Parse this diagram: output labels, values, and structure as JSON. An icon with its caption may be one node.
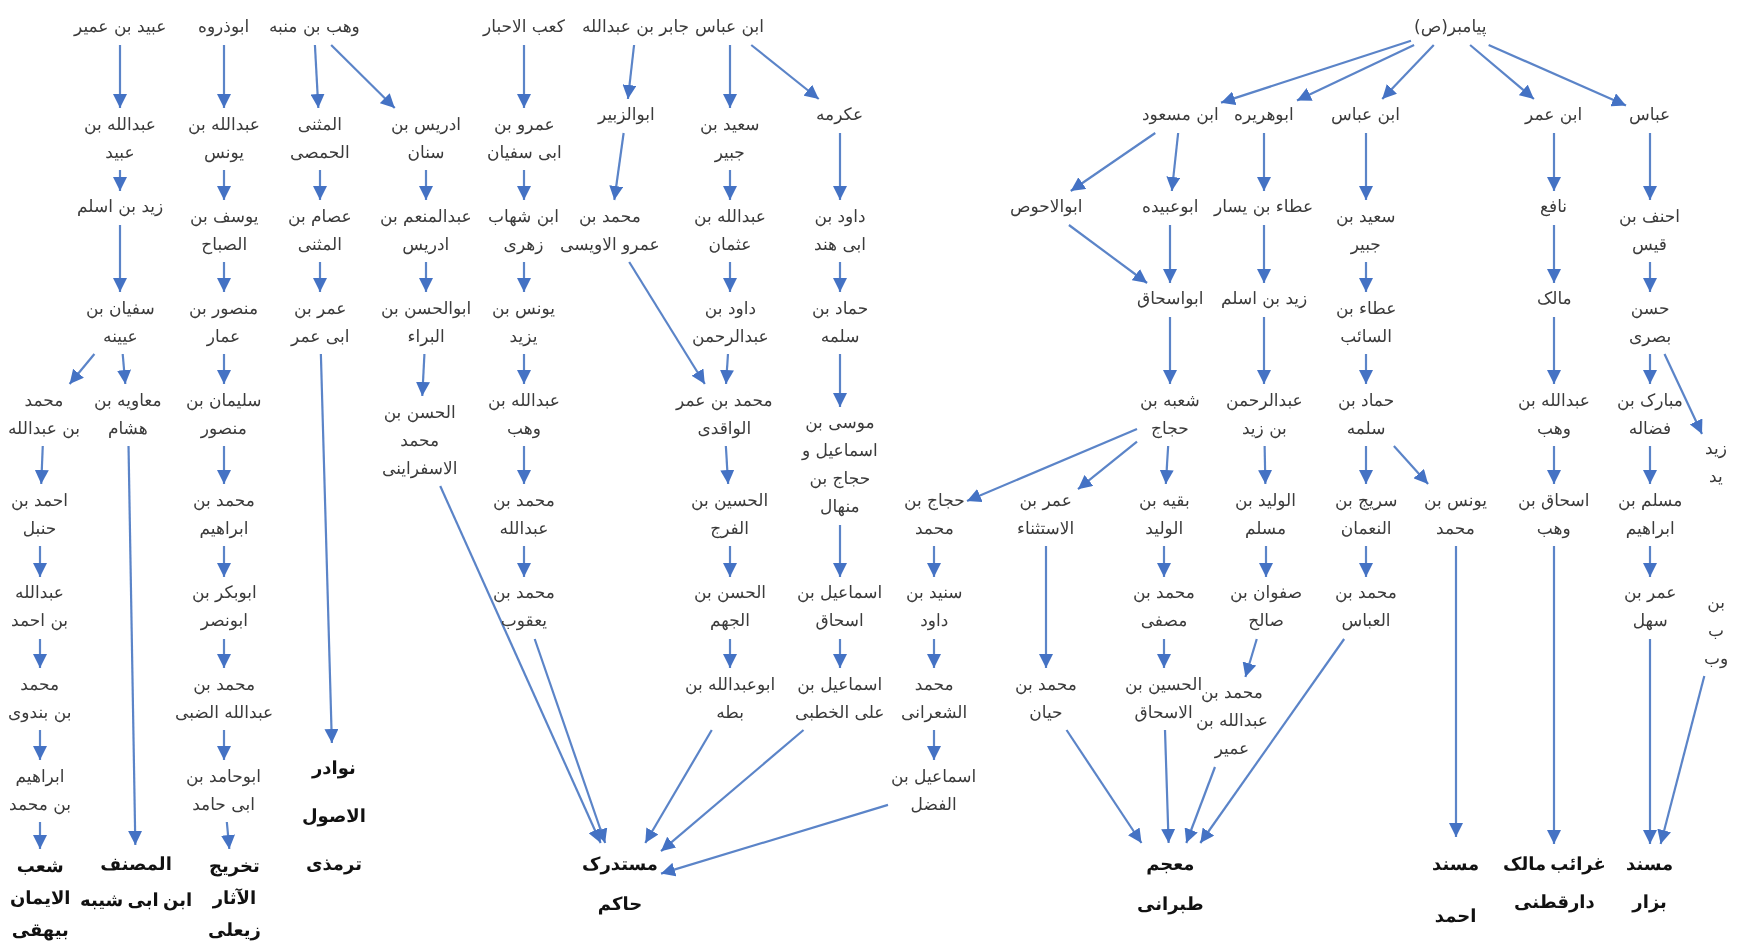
{
  "diagram": {
    "nodes": [
      {
        "text": [
          "عبید بن عمیر"
        ]
      },
      {
        "text": [
          "عبدالله بن عبید"
        ]
      },
      {
        "text": [
          "زید بن اسلم"
        ]
      },
      {
        "text": [
          "سفیان بن عیینه"
        ]
      },
      {
        "text": [
          "محمد بن عبدالله"
        ]
      },
      {
        "text": [
          "معاویه بن هشام"
        ]
      },
      {
        "text": [
          "احمد بن حنبل"
        ]
      },
      {
        "text": [
          "عبدالله بن احمد"
        ]
      },
      {
        "text": [
          "محمد بن بندوی"
        ]
      },
      {
        "text": [
          "ابراهیم بن محمد"
        ]
      },
      {
        "text": [
          "شعب الایمان بیهقی"
        ]
      },
      {
        "text": [
          "المصنف ابن ابی شیبه"
        ]
      },
      {
        "text": [
          "ابوذروه"
        ]
      },
      {
        "text": [
          "عبدالله بن یونس"
        ]
      },
      {
        "text": [
          "یوسف بن الصباح"
        ]
      },
      {
        "text": [
          "منصور بن عمار"
        ]
      },
      {
        "text": [
          "سلیمان بن منصور"
        ]
      },
      {
        "text": [
          "محمد بن ابراهیم"
        ]
      },
      {
        "text": [
          "ابوبکر بن ابونصر"
        ]
      },
      {
        "text": [
          "محمد بن عبدالله الضبی"
        ]
      },
      {
        "text": [
          "ابوحامد بن ابی حامد"
        ]
      },
      {
        "text": [
          "تخریج الآثار زیعلی"
        ]
      },
      {
        "text": [
          "وهب بن منبه"
        ]
      },
      {
        "text": [
          "المثنی الحمصی"
        ]
      },
      {
        "text": [
          "عصام بن المثنی"
        ]
      },
      {
        "text": [
          "عمر بن ابی عمر"
        ]
      },
      {
        "text": [
          "نوادر الاصول ترمذی"
        ]
      },
      {
        "text": [
          "ادریس بن سنان"
        ]
      },
      {
        "text": [
          "عبدالمنعم بن ادریس"
        ]
      },
      {
        "text": [
          "ابوالحسن بن البراء"
        ]
      },
      {
        "text": [
          "الحسن بن محمد الاسفراینی"
        ]
      },
      {
        "text": [
          "کعب الاحبار"
        ]
      },
      {
        "text": [
          "عمرو بن ابی سفیان"
        ]
      },
      {
        "text": [
          "ابن شهاب زهری"
        ]
      },
      {
        "text": [
          "یونس بن یزید"
        ]
      },
      {
        "text": [
          "عبدالله بن وهب"
        ]
      },
      {
        "text": [
          "محمد بن عبدالله"
        ]
      },
      {
        "text": [
          "محمد بن یعقوب"
        ]
      },
      {
        "text": [
          "جابر بن عبدالله"
        ]
      },
      {
        "text": [
          "ابوالزبیر"
        ]
      },
      {
        "text": [
          "محمد بن عمرو الاویسی"
        ]
      },
      {
        "text": [
          "ابن عباس"
        ]
      },
      {
        "text": [
          "سعید بن جبیر"
        ]
      },
      {
        "text": [
          "عبدالله بن عثمان"
        ]
      },
      {
        "text": [
          "داود بن عبدالرحمن"
        ]
      },
      {
        "text": [
          "محمد بن عمر الواقدی"
        ]
      },
      {
        "text": [
          "الحسین بن الفرج"
        ]
      },
      {
        "text": [
          "الحسن بن الجهم"
        ]
      },
      {
        "text": [
          "ابوعبدالله بن بطه"
        ]
      },
      {
        "text": [
          "عکرمه"
        ]
      },
      {
        "text": [
          "داود بن ابی هند"
        ]
      },
      {
        "text": [
          "حماد بن سلمه"
        ]
      },
      {
        "text": [
          "موسی بن اسماعیل و حجاج بن منهال"
        ]
      },
      {
        "text": [
          "اسماعیل بن اسحاق"
        ]
      },
      {
        "text": [
          "اسماعیل بن علی الخطبی"
        ]
      },
      {
        "text": [
          "مستدرک حاکم"
        ]
      },
      {
        "text": [
          "حجاج بن محمد"
        ]
      },
      {
        "text": [
          "سنید بن داود"
        ]
      },
      {
        "text": [
          "محمد الشعرانی"
        ]
      },
      {
        "text": [
          "اسماعیل بن الفضل"
        ]
      },
      {
        "text": [
          "عمر بن الاستثناء"
        ]
      },
      {
        "text": [
          "محمد بن حیان"
        ]
      },
      {
        "text": [
          "بقیه بن الولید"
        ]
      },
      {
        "text": [
          "محمد بن مصفی"
        ]
      },
      {
        "text": [
          "الحسین بن الاسحاق"
        ]
      },
      {
        "text": [
          "معجم طبرانی"
        ]
      },
      {
        "text": [
          "پیامبر(ص)"
        ]
      },
      {
        "text": [
          "ابن مسعود"
        ]
      },
      {
        "text": [
          "ابوالاحوص"
        ]
      },
      {
        "text": [
          "ابوعبیده"
        ]
      },
      {
        "text": [
          "ابواسحاق"
        ]
      },
      {
        "text": [
          "شعبه بن حجاج"
        ]
      },
      {
        "text": [
          "ابوهریره"
        ]
      },
      {
        "text": [
          "عطاء بن یسار"
        ]
      },
      {
        "text": [
          "زید بن اسلم"
        ]
      },
      {
        "text": [
          "عبدالرحمن بن زید"
        ]
      },
      {
        "text": [
          "الولید بن مسلم"
        ]
      },
      {
        "text": [
          "صفوان بن صالح"
        ]
      },
      {
        "text": [
          "محمد بن عبدالله بن عمیر"
        ]
      },
      {
        "text": [
          "ابن عباس"
        ]
      },
      {
        "text": [
          "سعید بن جبیر"
        ]
      },
      {
        "text": [
          "عطاء بن السائب"
        ]
      },
      {
        "text": [
          "حماد بن سلمه"
        ]
      },
      {
        "text": [
          "سریج بن النعمان"
        ]
      },
      {
        "text": [
          "محمد بن العباس"
        ]
      },
      {
        "text": [
          "یونس بن محمد"
        ]
      },
      {
        "text": [
          "مسند احمد"
        ]
      },
      {
        "text": [
          "ابن عمر"
        ]
      },
      {
        "text": [
          "نافع"
        ]
      },
      {
        "text": [
          "مالک"
        ]
      },
      {
        "text": [
          "عبدالله بن وهب"
        ]
      },
      {
        "text": [
          "اسحاق بن وهب"
        ]
      },
      {
        "text": [
          "غرائب مالک دارقطنی"
        ]
      },
      {
        "text": [
          "عباس"
        ]
      },
      {
        "text": [
          "احنف بن قیس"
        ]
      },
      {
        "text": [
          "حسن بصری"
        ]
      },
      {
        "text": [
          "مبارک بن فضاله"
        ]
      },
      {
        "text": [
          "مسلم بن ابراهیم"
        ]
      },
      {
        "text": [
          "عمر بن سهل"
        ]
      },
      {
        "text": [
          "مسند بزار"
        ]
      },
      {
        "text": [
          "زید ید"
        ]
      },
      {
        "text": [
          "بن ب وب"
        ]
      }
    ],
    "edges": [
      {
        "from": 0,
        "to": 1,
        "arrow": "to"
      },
      {
        "from": 1,
        "to": 2,
        "arrow": "to"
      },
      {
        "from": 2,
        "to": 3,
        "arrow": "to"
      },
      {
        "from": 3,
        "to": 4,
        "arrow": "to"
      },
      {
        "from": 3,
        "to": 5,
        "arrow": "to"
      },
      {
        "from": 5,
        "to": 11,
        "arrow": "to"
      },
      {
        "from": 4,
        "to": 6,
        "arrow": "to"
      },
      {
        "from": 6,
        "to": 7,
        "arrow": "to"
      },
      {
        "from": 7,
        "to": 8,
        "arrow": "to"
      },
      {
        "from": 8,
        "to": 9,
        "arrow": "to"
      },
      {
        "from": 9,
        "to": 10,
        "arrow": "to"
      },
      {
        "from": 12,
        "to": 13,
        "arrow": "to"
      },
      {
        "from": 13,
        "to": 14,
        "arrow": "to"
      },
      {
        "from": 14,
        "to": 15,
        "arrow": "to"
      },
      {
        "from": 15,
        "to": 16,
        "arrow": "to"
      },
      {
        "from": 16,
        "to": 17,
        "arrow": "to"
      },
      {
        "from": 17,
        "to": 18,
        "arrow": "to"
      },
      {
        "from": 18,
        "to": 19,
        "arrow": "to"
      },
      {
        "from": 19,
        "to": 20,
        "arrow": "to"
      },
      {
        "from": 20,
        "to": 21,
        "arrow": "to"
      },
      {
        "from": 22,
        "to": 23,
        "arrow": "to"
      },
      {
        "from": 22,
        "to": 27,
        "arrow": "to"
      },
      {
        "from": 23,
        "to": 24,
        "arrow": "to"
      },
      {
        "from": 24,
        "to": 25,
        "arrow": "to"
      },
      {
        "from": 25,
        "to": 26,
        "arrow": "to"
      },
      {
        "from": 27,
        "to": 28,
        "arrow": "to"
      },
      {
        "from": 28,
        "to": 29,
        "arrow": "to"
      },
      {
        "from": 29,
        "to": 30,
        "arrow": "to"
      },
      {
        "from": 30,
        "to": 55,
        "arrow": "to"
      },
      {
        "from": 31,
        "to": 32,
        "arrow": "to"
      },
      {
        "from": 32,
        "to": 33,
        "arrow": "to"
      },
      {
        "from": 33,
        "to": 34,
        "arrow": "to"
      },
      {
        "from": 34,
        "to": 35,
        "arrow": "to"
      },
      {
        "from": 35,
        "to": 36,
        "arrow": "to"
      },
      {
        "from": 36,
        "to": 37,
        "arrow": "to"
      },
      {
        "from": 37,
        "to": 55,
        "arrow": "to"
      },
      {
        "from": 38,
        "to": 39,
        "arrow": "to"
      },
      {
        "from": 39,
        "to": 40,
        "arrow": "to"
      },
      {
        "from": 40,
        "to": 45,
        "arrow": "to"
      },
      {
        "from": 41,
        "to": 42,
        "arrow": "to"
      },
      {
        "from": 41,
        "to": 49,
        "arrow": "to"
      },
      {
        "from": 42,
        "to": 43,
        "arrow": "to"
      },
      {
        "from": 43,
        "to": 44,
        "arrow": "to"
      },
      {
        "from": 44,
        "to": 45,
        "arrow": "to"
      },
      {
        "from": 45,
        "to": 46,
        "arrow": "to"
      },
      {
        "from": 46,
        "to": 47,
        "arrow": "to"
      },
      {
        "from": 47,
        "to": 48,
        "arrow": "to"
      },
      {
        "from": 48,
        "to": 55,
        "arrow": "to"
      },
      {
        "from": 49,
        "to": 50,
        "arrow": "to"
      },
      {
        "from": 50,
        "to": 51,
        "arrow": "to"
      },
      {
        "from": 51,
        "to": 52,
        "arrow": "to"
      },
      {
        "from": 52,
        "to": 53,
        "arrow": "to"
      },
      {
        "from": 53,
        "to": 54,
        "arrow": "to"
      },
      {
        "from": 54,
        "to": 55,
        "arrow": "to"
      },
      {
        "from": 71,
        "to": 56,
        "arrow": "to"
      },
      {
        "from": 56,
        "to": 57,
        "arrow": "to"
      },
      {
        "from": 57,
        "to": 58,
        "arrow": "to"
      },
      {
        "from": 58,
        "to": 59,
        "arrow": "to"
      },
      {
        "from": 59,
        "to": 55,
        "arrow": "to"
      },
      {
        "from": 71,
        "to": 60,
        "arrow": "to"
      },
      {
        "from": 60,
        "to": 61,
        "arrow": "to"
      },
      {
        "from": 61,
        "to": 65,
        "arrow": "to"
      },
      {
        "from": 71,
        "to": 62,
        "arrow": "to"
      },
      {
        "from": 62,
        "to": 63,
        "arrow": "to"
      },
      {
        "from": 63,
        "to": 64,
        "arrow": "to"
      },
      {
        "from": 64,
        "to": 65,
        "arrow": "to"
      },
      {
        "from": 66,
        "to": 67,
        "arrow": "to"
      },
      {
        "from": 66,
        "to": 72,
        "arrow": "to"
      },
      {
        "from": 66,
        "to": 79,
        "arrow": "to"
      },
      {
        "from": 66,
        "to": 87,
        "arrow": "to"
      },
      {
        "from": 66,
        "to": 93,
        "arrow": "to"
      },
      {
        "from": 67,
        "to": 68,
        "arrow": "to"
      },
      {
        "from": 67,
        "to": 69,
        "arrow": "to"
      },
      {
        "from": 68,
        "to": 70,
        "arrow": "to"
      },
      {
        "from": 69,
        "to": 70,
        "arrow": "to"
      },
      {
        "from": 70,
        "to": 71,
        "arrow": "to"
      },
      {
        "from": 72,
        "to": 73,
        "arrow": "to"
      },
      {
        "from": 73,
        "to": 74,
        "arrow": "to"
      },
      {
        "from": 74,
        "to": 75,
        "arrow": "to"
      },
      {
        "from": 75,
        "to": 76,
        "arrow": "to"
      },
      {
        "from": 76,
        "to": 77,
        "arrow": "to"
      },
      {
        "from": 77,
        "to": 78,
        "arrow": "to"
      },
      {
        "from": 78,
        "to": 65,
        "arrow": "to"
      },
      {
        "from": 79,
        "to": 80,
        "arrow": "to"
      },
      {
        "from": 80,
        "to": 81,
        "arrow": "to"
      },
      {
        "from": 81,
        "to": 82,
        "arrow": "to"
      },
      {
        "from": 82,
        "to": 83,
        "arrow": "to"
      },
      {
        "from": 82,
        "to": 85,
        "arrow": "to"
      },
      {
        "from": 83,
        "to": 84,
        "arrow": "to"
      },
      {
        "from": 84,
        "to": 65,
        "arrow": "to"
      },
      {
        "from": 85,
        "to": 86,
        "arrow": "to"
      },
      {
        "from": 87,
        "to": 88,
        "arrow": "to"
      },
      {
        "from": 88,
        "to": 89,
        "arrow": "to"
      },
      {
        "from": 89,
        "to": 90,
        "arrow": "to"
      },
      {
        "from": 90,
        "to": 91,
        "arrow": "to"
      },
      {
        "from": 91,
        "to": 92,
        "arrow": "to"
      },
      {
        "from": 93,
        "to": 94,
        "arrow": "to"
      },
      {
        "from": 94,
        "to": 95,
        "arrow": "to"
      },
      {
        "from": 95,
        "to": 96,
        "arrow": "to"
      },
      {
        "from": 95,
        "to": 100,
        "arrow": "to"
      },
      {
        "from": 96,
        "to": 97,
        "arrow": "to"
      },
      {
        "from": 97,
        "to": 98,
        "arrow": "to"
      },
      {
        "from": 98,
        "to": 99,
        "arrow": "to"
      },
      {
        "from": 101,
        "to": 99,
        "arrow": "to"
      }
    ]
  }
}
